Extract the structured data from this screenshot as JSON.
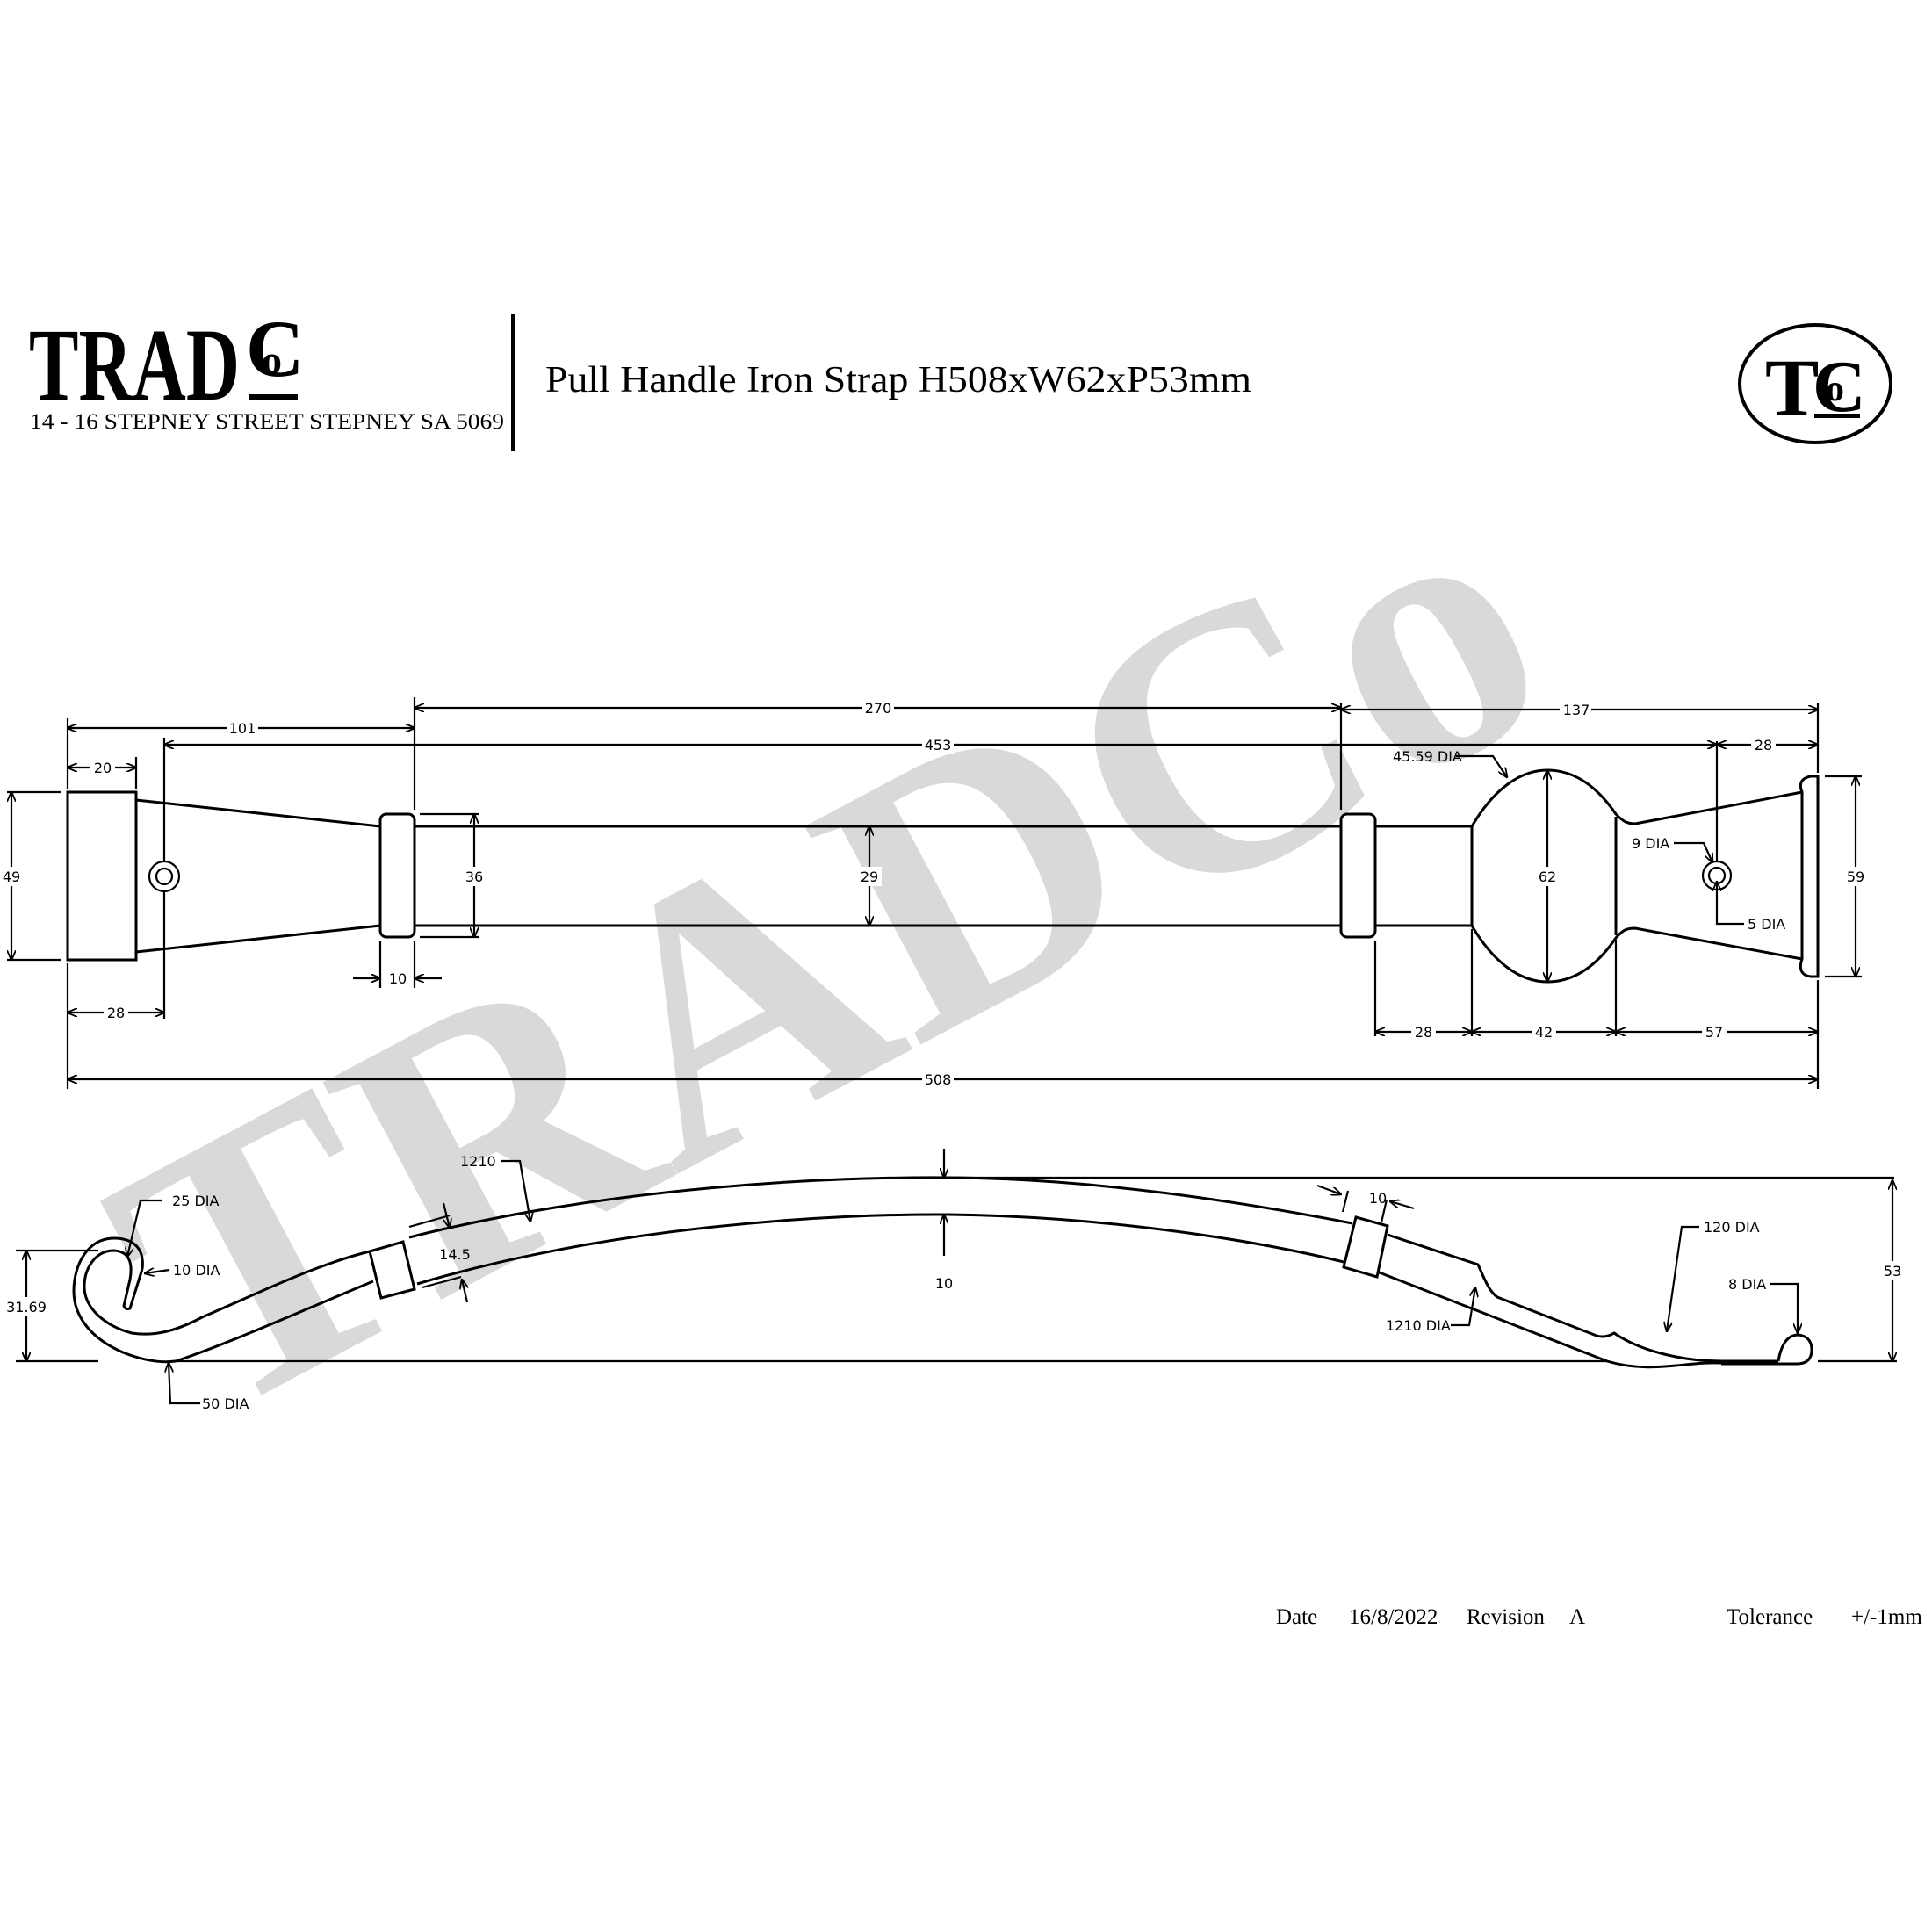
{
  "header": {
    "brand": {
      "main": "TRAD",
      "sup": "C",
      "sub": "o"
    },
    "address": "14 - 16 STEPNEY STREET STEPNEY SA 5069",
    "title": "Pull Handle Iron Strap H508xW62xP53mm",
    "emblem": {
      "main": "T",
      "sup": "C",
      "sub": "o"
    }
  },
  "watermark": "TRADCo",
  "top_view": {
    "dims": {
      "overall_length": "508",
      "hole_to_hole": "453",
      "collar_to_collar": "270",
      "end_to_left_collar": "101",
      "right_collar_to_end": "137",
      "left_block_width": "20",
      "left_hole_offset": "28",
      "right_hole_offset": "28",
      "left_block_height": "49",
      "collar_height": "36",
      "bar_width": "29",
      "collar_width": "10",
      "bulb_width": "62",
      "flare_height": "59",
      "seg_neck": "28",
      "seg_bulb": "42",
      "seg_flare": "57"
    },
    "callouts": {
      "bulb_dia": "45.59 DIA",
      "outer_hole_dia": "9 DIA",
      "inner_hole_dia": "5 DIA"
    }
  },
  "side_view": {
    "dims": {
      "overall_projection": "53",
      "hook_height": "31.69",
      "strap_thickness": "14.5",
      "mid_thickness": "10",
      "collar_width": "10"
    },
    "callouts": {
      "hook_outer_dia": "25 DIA",
      "hook_inner_dia": "10 DIA",
      "heel_dia": "50 DIA",
      "top_radius": "1210",
      "bottom_radius": "1210 DIA",
      "tail_radius": "120 DIA",
      "tip_dia": "8 DIA"
    }
  },
  "footer": {
    "date_label": "Date",
    "date_value": "16/8/2022",
    "revision_label": "Revision",
    "revision_value": "A",
    "tolerance_label": "Tolerance",
    "tolerance_value": "+/-1mm"
  }
}
